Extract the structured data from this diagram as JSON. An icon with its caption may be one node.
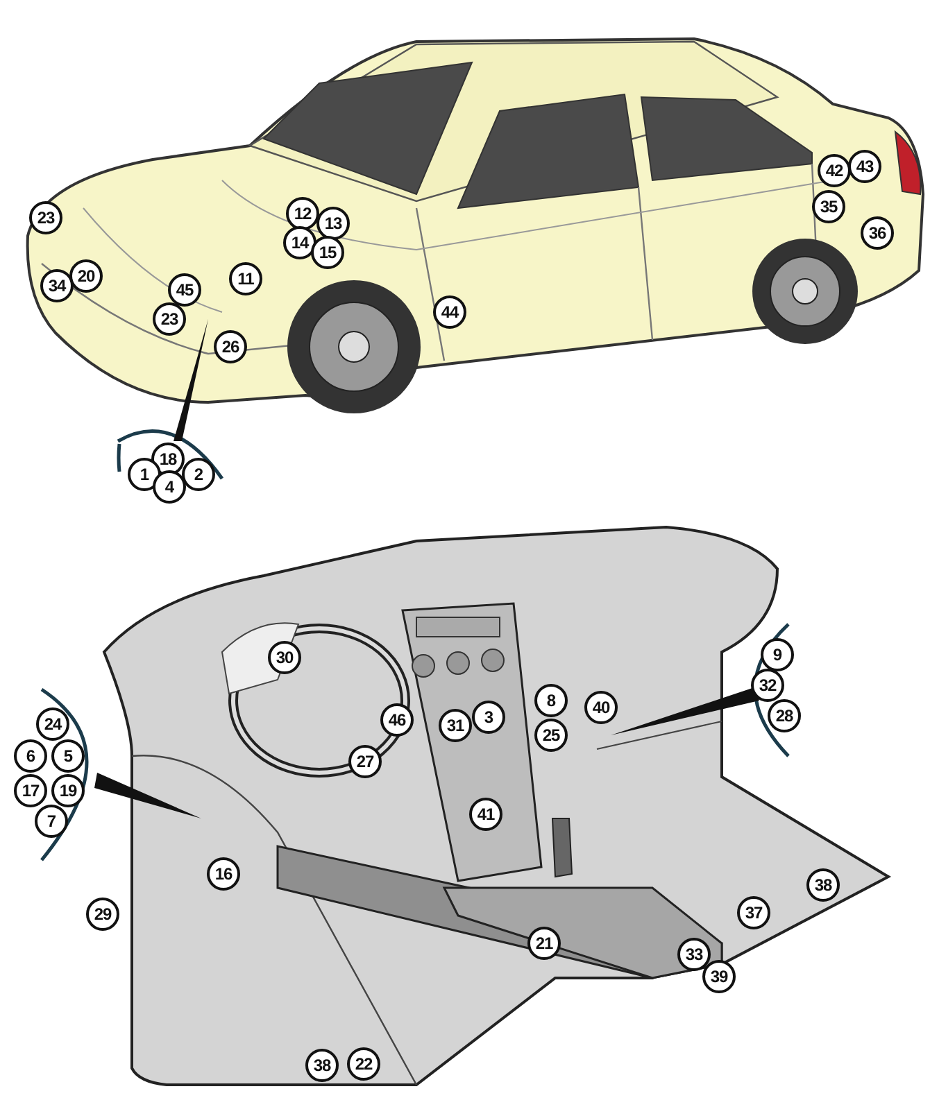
{
  "diagram": {
    "labels": [
      "23",
      "12",
      "13",
      "42",
      "43",
      "14",
      "15",
      "35",
      "20",
      "34",
      "11",
      "45",
      "23",
      "44",
      "36",
      "26",
      "18",
      "1",
      "2",
      "4",
      "30",
      "9",
      "8",
      "40",
      "46",
      "31",
      "3",
      "32",
      "24",
      "25",
      "6",
      "5",
      "28",
      "27",
      "17",
      "19",
      "7",
      "41",
      "16",
      "38",
      "29",
      "37",
      "21",
      "33",
      "39",
      "38",
      "22"
    ]
  }
}
